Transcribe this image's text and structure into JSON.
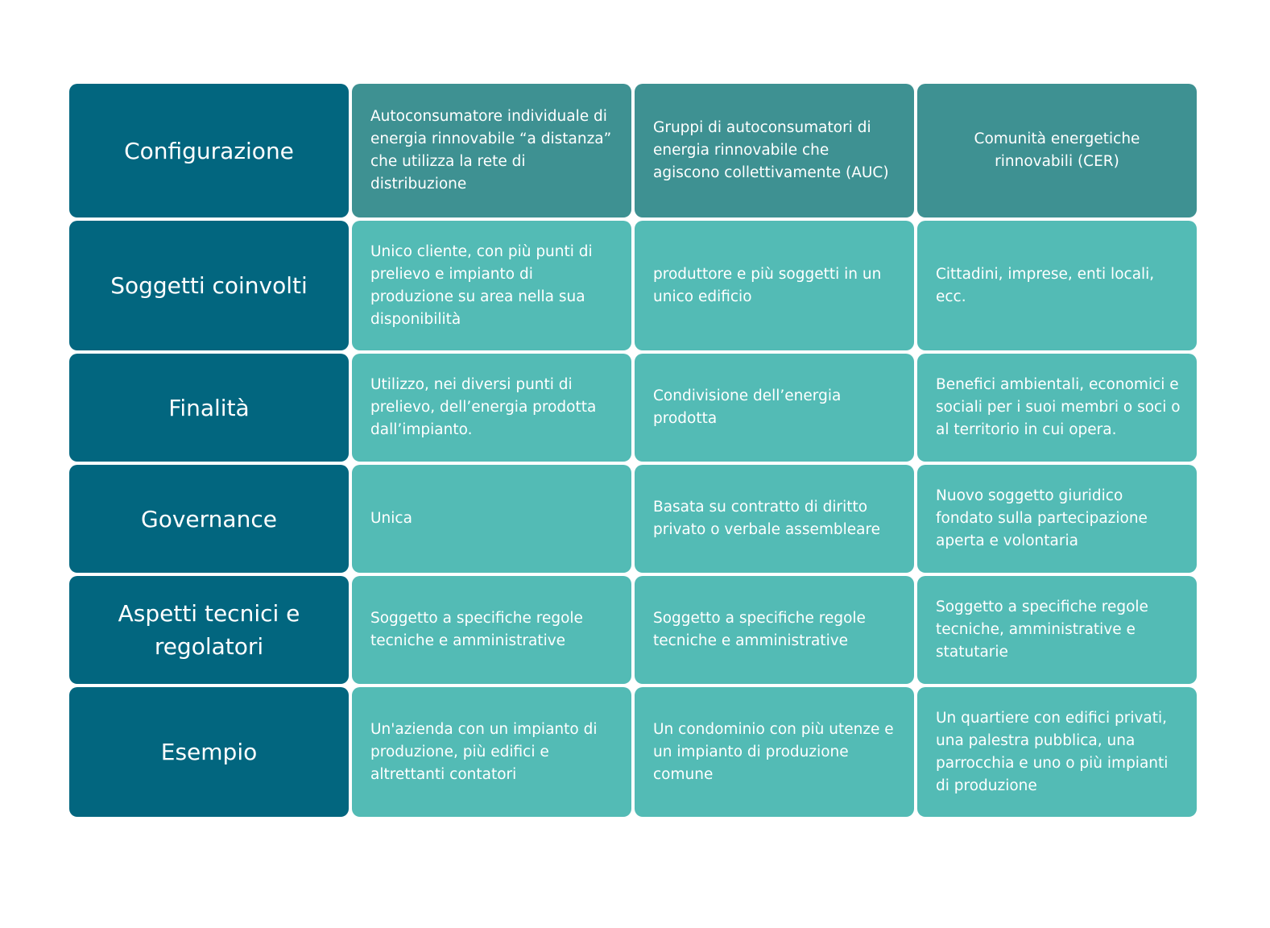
{
  "rows": [
    {
      "label": "Configurazione",
      "cells": [
        "Autoconsumatore individuale di energia rinnovabile “a distanza” che utilizza la rete di distribuzione",
        "Gruppi di autoconsumatori di energia rinnovabile che agiscono collettivamente (AUC)",
        "Comunità energetiche rinnovabili (CER)"
      ]
    },
    {
      "label": "Soggetti coinvolti",
      "cells": [
        "Unico cliente, con più punti di prelievo e impianto di produzione su area nella sua disponibilità",
        "produttore e più soggetti in un unico edificio",
        "Cittadini, imprese, enti locali, ecc."
      ]
    },
    {
      "label": "Finalità",
      "cells": [
        "Utilizzo, nei diversi punti di prelievo, dell’energia prodotta dall’impianto.",
        "Condivisione dell’energia prodotta",
        "Benefici ambientali, economici e sociali per i suoi membri o soci o al territorio in cui opera."
      ]
    },
    {
      "label": "Governance",
      "cells": [
        "Unica",
        "Basata su contratto di diritto privato o verbale assembleare",
        "Nuovo soggetto giuridico fondato sulla partecipazione aperta e volontaria"
      ]
    },
    {
      "label": "Aspetti tecnici e regolatori",
      "cells": [
        "Soggetto a specifiche regole tecniche e amministrative",
        "Soggetto a specifiche regole tecniche e amministrative",
        "Soggetto a specifiche regole tecniche, amministrative e statutarie"
      ]
    },
    {
      "label": "Esempio",
      "cells": [
        "Un'azienda con un impianto di produzione, più edifici e altrettanti contatori",
        "Un condominio con più utenze e un impianto di produzione comune",
        "Un quartiere con edifici privati, una palestra pubblica, una parrocchia e uno o più impianti di produzione"
      ]
    }
  ],
  "colors": {
    "label_bg": "#02667f",
    "header_bg": "#3e9192",
    "body_bg": "#53bbb5",
    "text": "#ffffff"
  }
}
